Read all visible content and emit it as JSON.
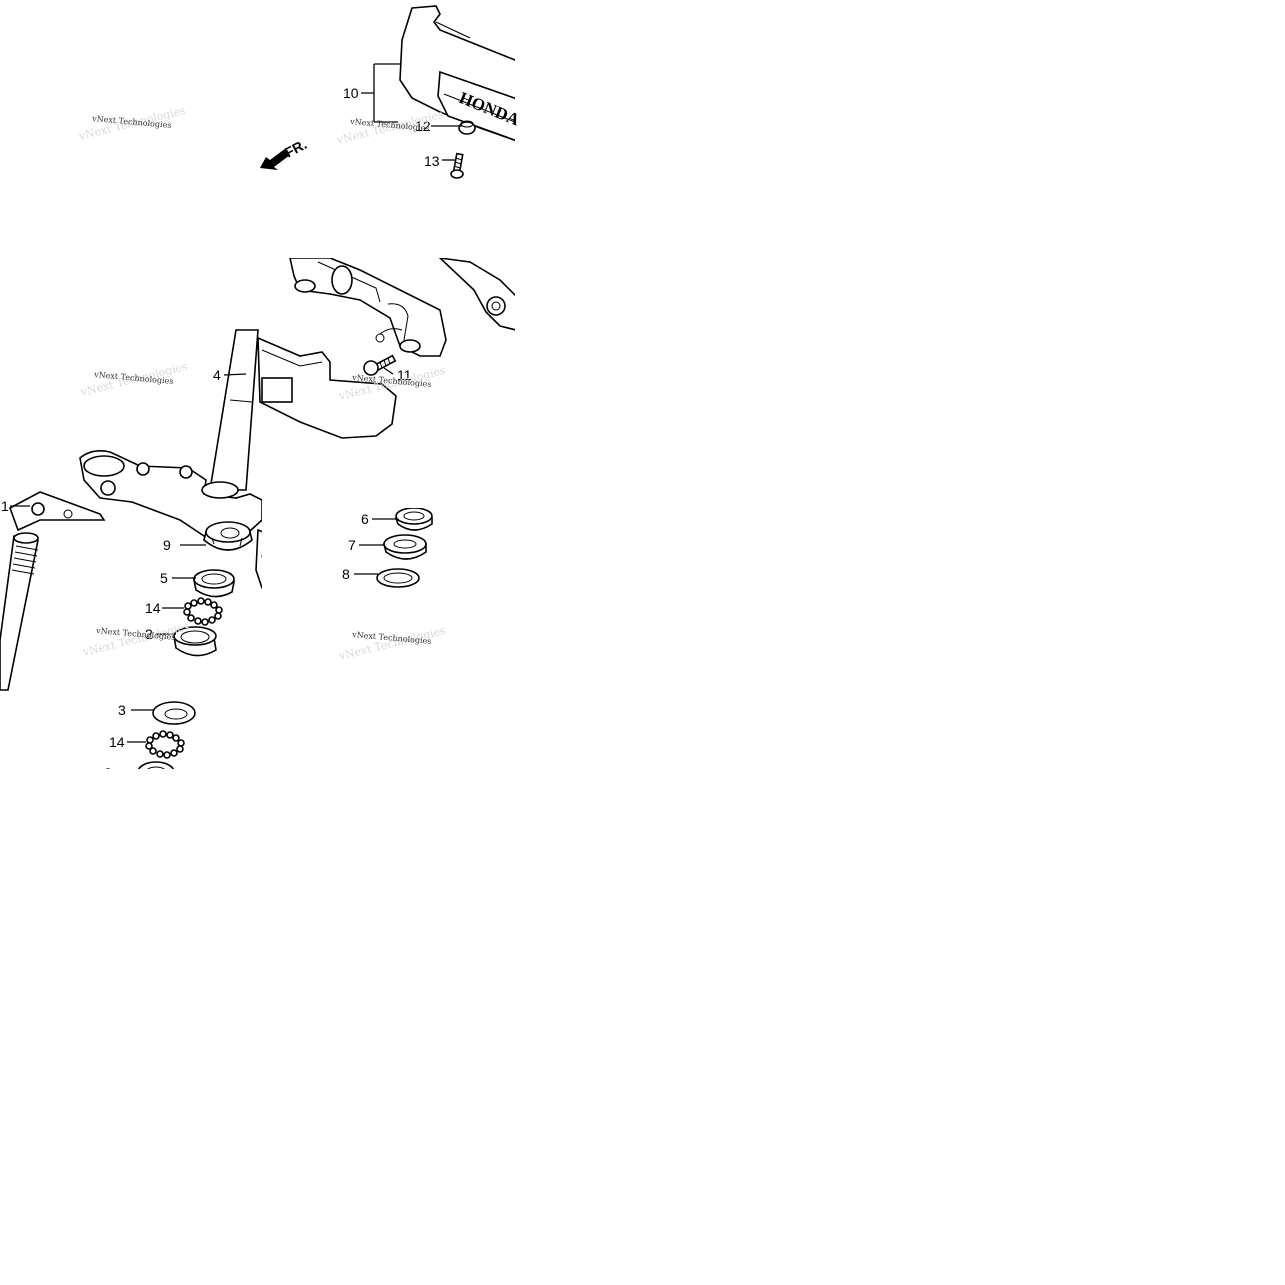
{
  "direction_marker": {
    "text": "FR."
  },
  "brand_emblem": {
    "text": "HONDA"
  },
  "watermark": {
    "text": "vNext Technologies"
  },
  "callouts": [
    {
      "number": "1",
      "part": "steering-stem"
    },
    {
      "number": "2",
      "part": "upper-bearing-race"
    },
    {
      "number": "3",
      "part": "lower-bearing-race"
    },
    {
      "number": "4",
      "part": "fork-top-bridge"
    },
    {
      "number": "5",
      "part": "bearing-inner-race"
    },
    {
      "number": "6",
      "part": "lock-washer"
    },
    {
      "number": "7",
      "part": "lock-nut"
    },
    {
      "number": "8",
      "part": "washer"
    },
    {
      "number": "9",
      "part": "stem-adjusting-nut"
    },
    {
      "number": "10",
      "part": "emblem-cover"
    },
    {
      "number": "11",
      "part": "flange-bolt"
    },
    {
      "number": "12",
      "part": "rubber-grommet"
    },
    {
      "number": "13",
      "part": "screw"
    },
    {
      "number": "14",
      "part": "steel-balls-upper"
    },
    {
      "number": "14",
      "part": "steel-balls-lower"
    },
    {
      "number": "",
      "part": "lower-seal-partial"
    }
  ]
}
